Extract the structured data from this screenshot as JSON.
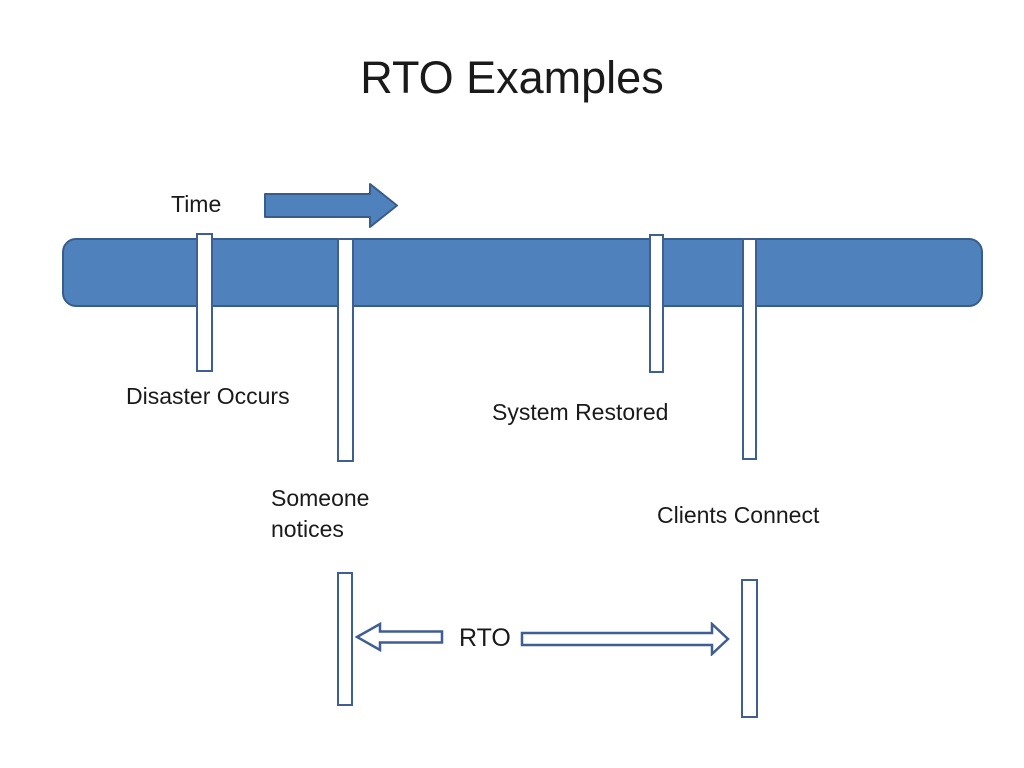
{
  "slide": {
    "title": "RTO Examples"
  },
  "timeline": {
    "time_label": "Time",
    "events": [
      {
        "label": "Disaster Occurs"
      },
      {
        "label": "Someone notices"
      },
      {
        "label": "System Restored"
      },
      {
        "label": "Clients Connect"
      }
    ]
  },
  "rto": {
    "label": "RTO"
  },
  "icons": {
    "time_arrow": "right-arrow",
    "rto_left_arrow": "left-arrow",
    "rto_right_arrow": "right-arrow"
  },
  "colors": {
    "bar_fill": "#4f81bd",
    "bar_border": "#385d8a",
    "outline": "#3e5e94",
    "text": "#1a1a1a",
    "background": "#ffffff"
  }
}
